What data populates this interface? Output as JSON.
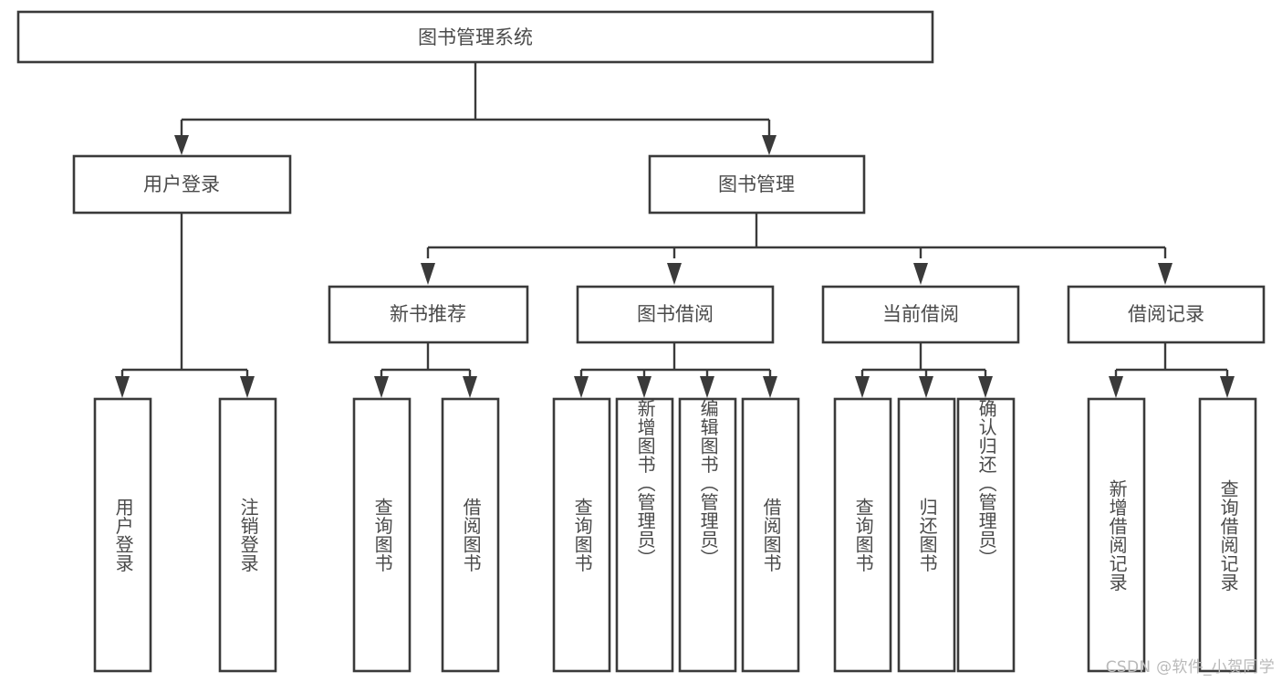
{
  "diagram": {
    "title": "图书管理系统",
    "type": "hierarchy-tree",
    "colors": {
      "box_stroke": "#3a3a3a",
      "box_fill": "#ffffff",
      "text": "#4a4a4a",
      "background": "#ffffff",
      "watermark": "#b9b9b9"
    },
    "root": {
      "label": "图书管理系统"
    },
    "level2": [
      {
        "label": "用户登录"
      },
      {
        "label": "图书管理"
      }
    ],
    "level3": [
      {
        "label": "新书推荐"
      },
      {
        "label": "图书借阅"
      },
      {
        "label": "当前借阅"
      },
      {
        "label": "借阅记录"
      }
    ],
    "leaves": {
      "user_login": [
        {
          "label": "用户登录"
        },
        {
          "label": "注销登录"
        }
      ],
      "new_book_recommend": [
        {
          "label": "查询图书"
        },
        {
          "label": "借阅图书"
        }
      ],
      "book_borrow": [
        {
          "label": "查询图书"
        },
        {
          "label": "新增图书（管理员）"
        },
        {
          "label": "编辑图书（管理员）"
        },
        {
          "label": "借阅图书"
        }
      ],
      "current_borrow": [
        {
          "label": "查询图书"
        },
        {
          "label": "归还图书"
        },
        {
          "label": "确认归还（管理员）"
        }
      ],
      "borrow_record": [
        {
          "label": "新增借阅记录"
        },
        {
          "label": "查询借阅记录"
        }
      ]
    },
    "watermark": "CSDN @软件_小贺同学"
  }
}
